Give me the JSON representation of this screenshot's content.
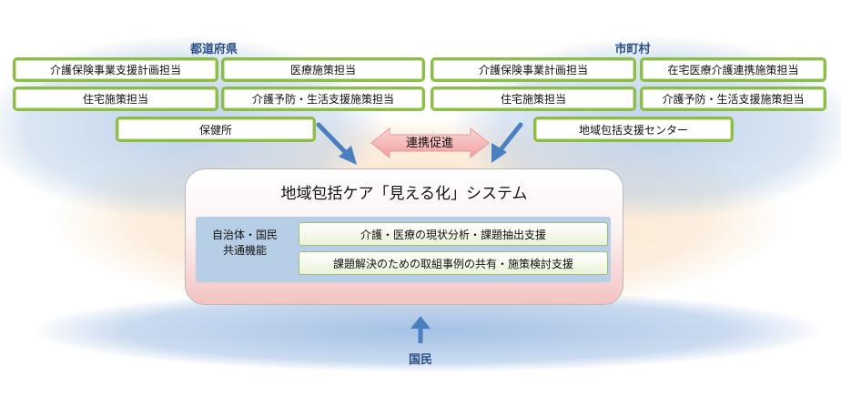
{
  "regions": {
    "prefecture": {
      "title": "都道府県",
      "boxes": [
        "介護保険事業支援計画担当",
        "医療施策担当",
        "住宅施策担当",
        "介護予防・生活支援施策担当",
        "保健所"
      ]
    },
    "municipality": {
      "title": "市町村",
      "boxes": [
        "介護保険事業計画担当",
        "在宅医療介護連携施策担当",
        "住宅施策担当",
        "介護予防・生活支援施策担当",
        "地域包括支援センター"
      ]
    }
  },
  "cooperation": {
    "label": "連携促進"
  },
  "system": {
    "title": "地域包括ケア「見える化」システム",
    "common_label": "自治体・国民\n共通機能",
    "functions": [
      "介護・医療の現状分析・課題抽出支援",
      "課題解決のための取組事例の共有・施策検討支援"
    ]
  },
  "citizens": {
    "label": "国民"
  },
  "colors": {
    "green_border": "#8cbd48",
    "title_blue": "#2a4f86",
    "arrow_blue": "#4a7fc0",
    "pink_arrow": "#f4b3b3"
  }
}
